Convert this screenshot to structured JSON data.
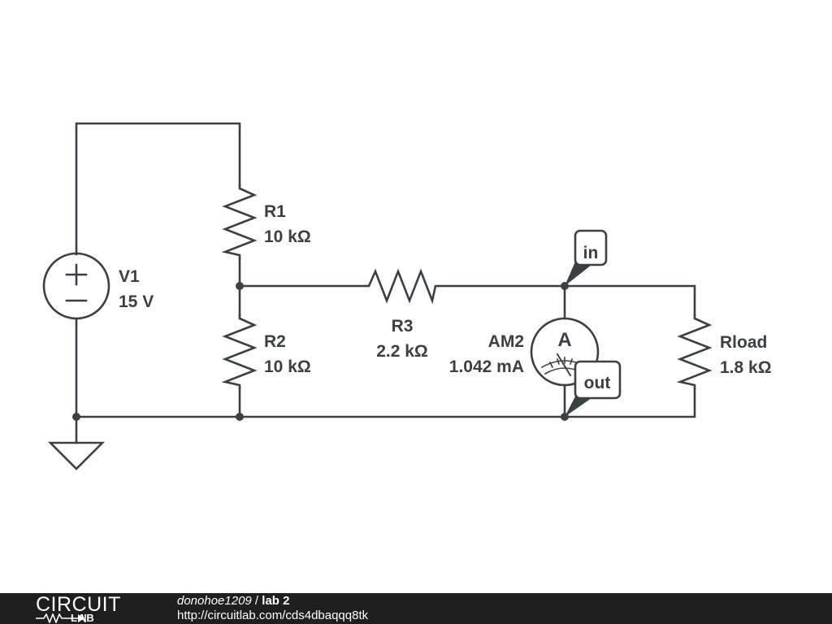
{
  "components": {
    "v1": {
      "name": "V1",
      "value": "15 V"
    },
    "r1": {
      "name": "R1",
      "value": "10 kΩ"
    },
    "r2": {
      "name": "R2",
      "value": "10 kΩ"
    },
    "r3": {
      "name": "R3",
      "value": "2.2 kΩ"
    },
    "am2": {
      "name": "AM2",
      "value": "1.042 mA",
      "symbol": "A"
    },
    "rload": {
      "name": "Rload",
      "value": "1.8 kΩ"
    }
  },
  "probes": {
    "in": "in",
    "out": "out"
  },
  "footer": {
    "logo_top": "CIRCUIT",
    "logo_bottom": "LAB",
    "user": "donohoe1209",
    "separator": " / ",
    "title": "lab 2",
    "url": "http://circuitlab.com/cds4dbaqqq8tk"
  }
}
